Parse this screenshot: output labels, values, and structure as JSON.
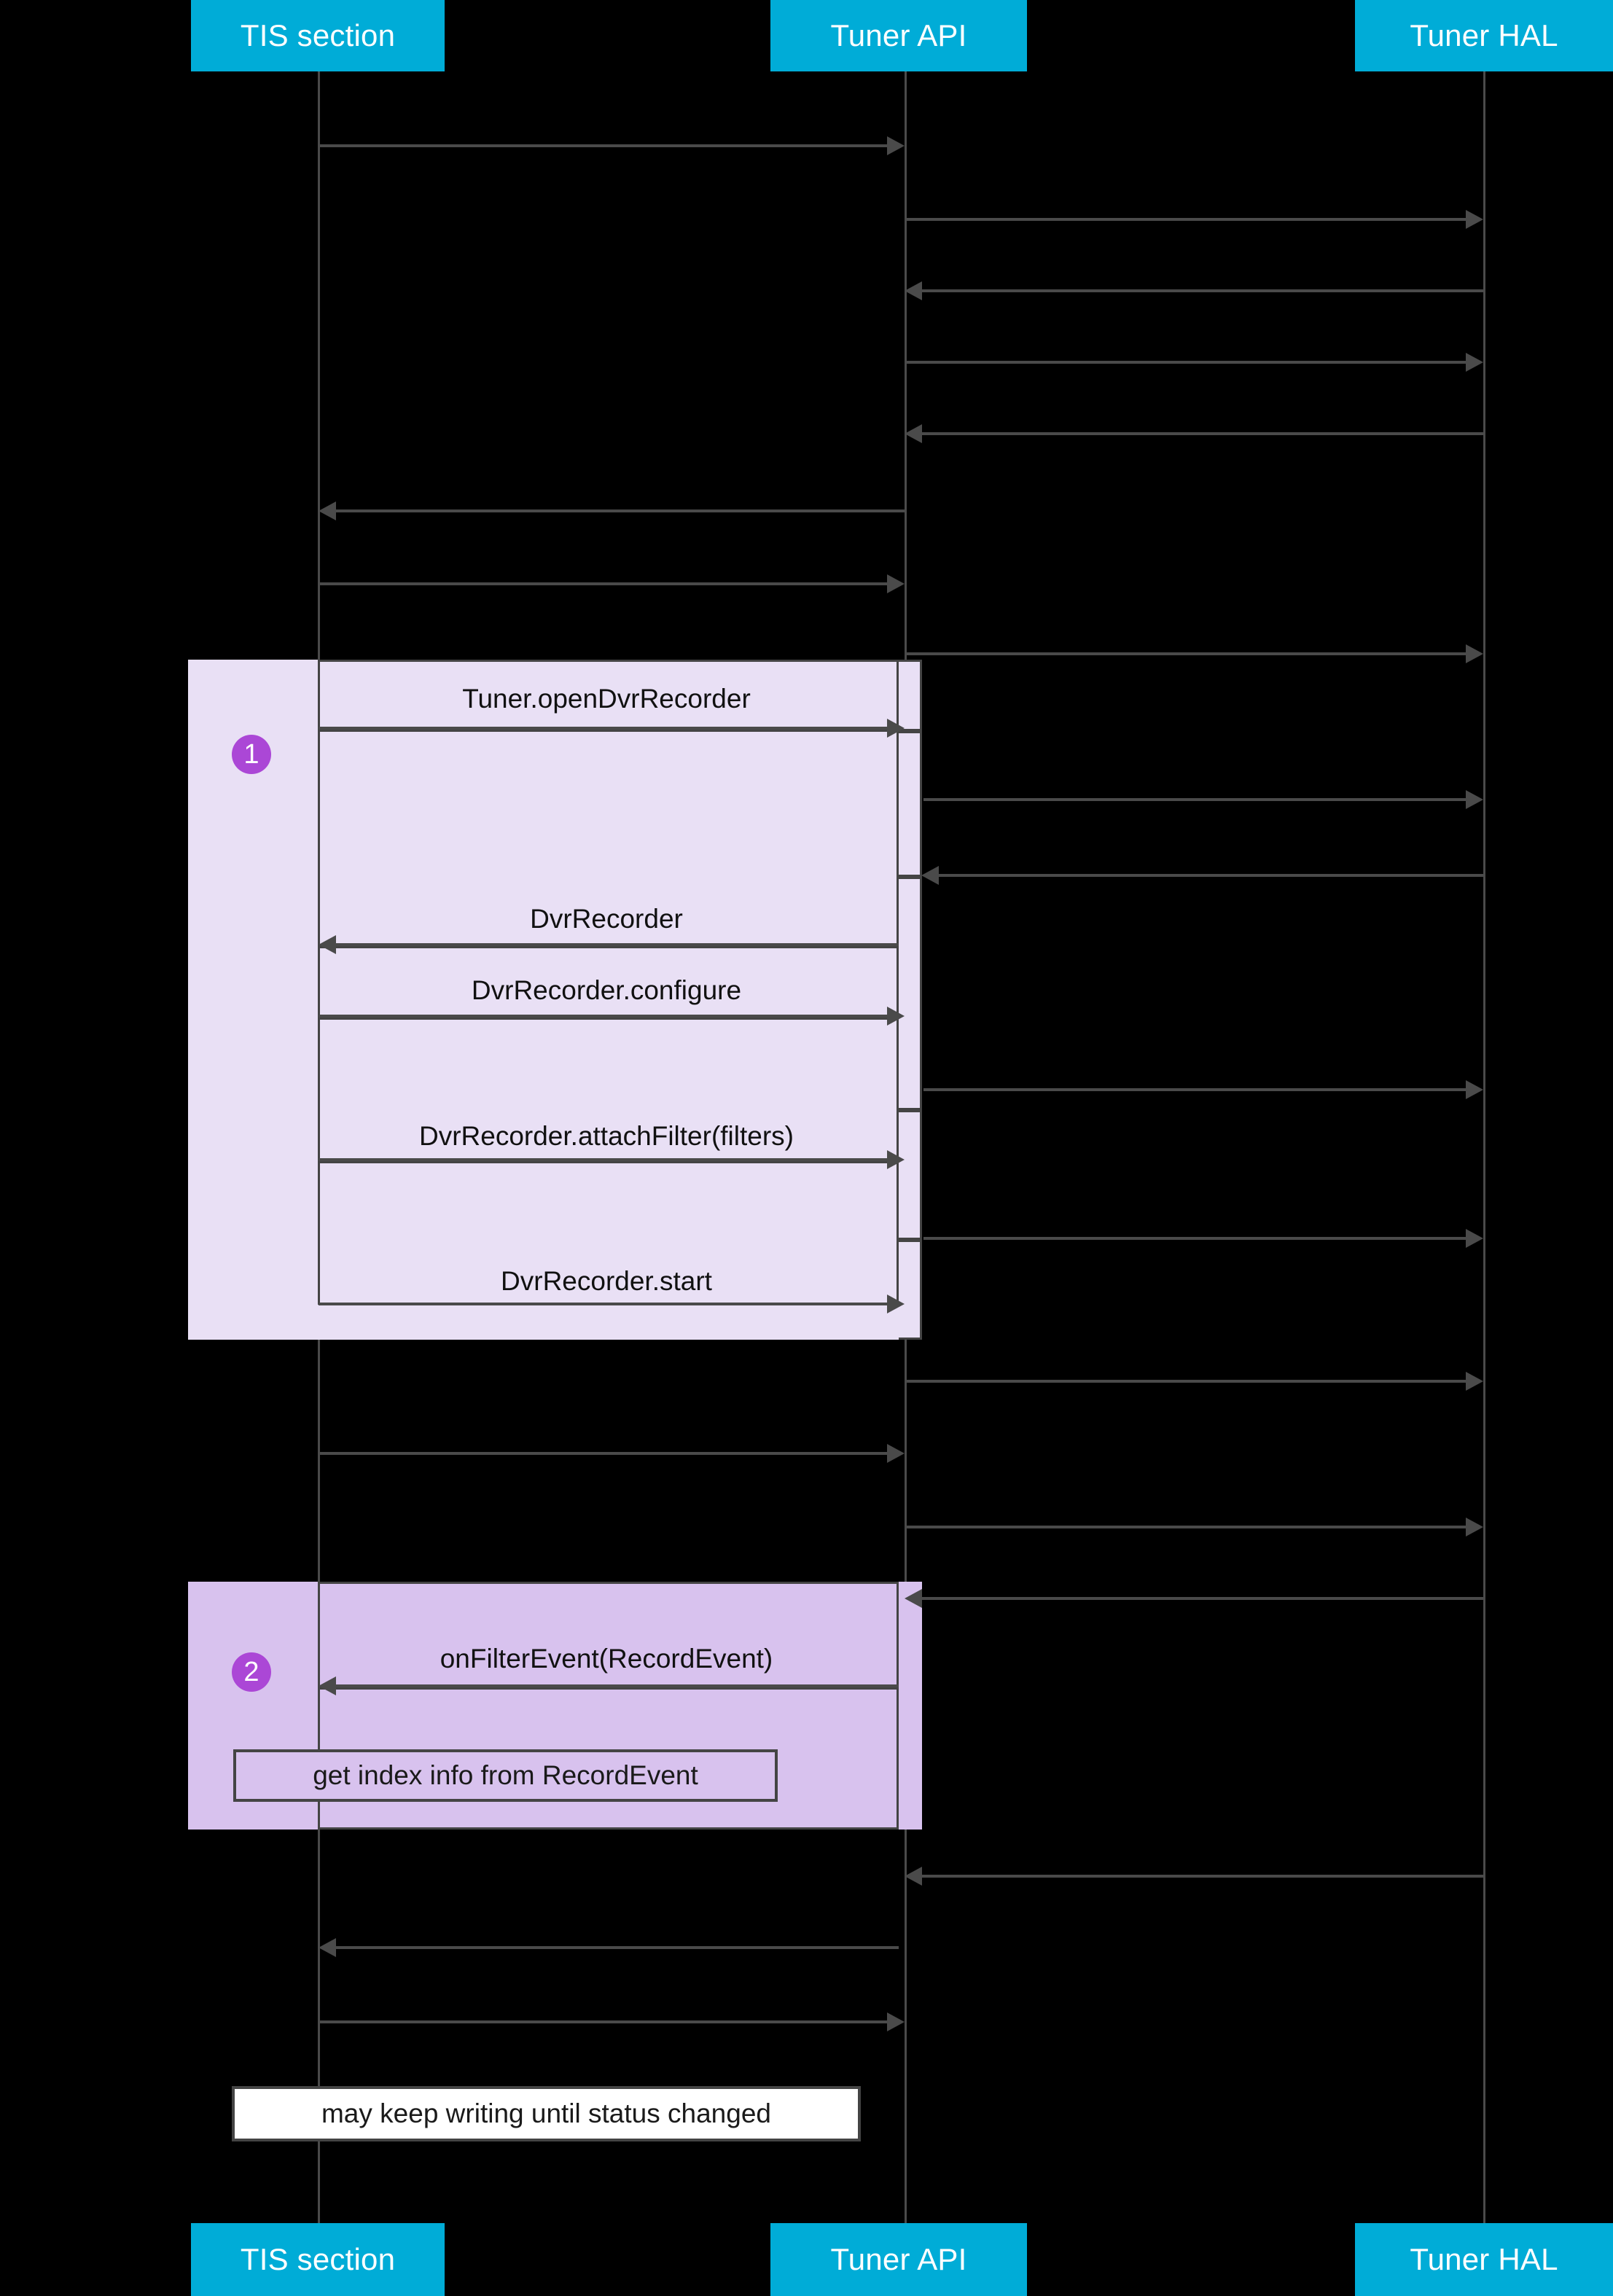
{
  "diagram": {
    "type": "uml-sequence-diagram",
    "background_color": "#000000",
    "participant_color": "#00ACD7",
    "participant_text_color": "#FFFFFF",
    "lifeline_color": "#4A4A4A",
    "message_color": "#4A4A4A",
    "fragment_1_color": "#E9E0F5",
    "fragment_2_color": "#D8C2EE",
    "badge_color": "#AB47D6"
  },
  "participants": [
    {
      "id": "tis",
      "label": "TIS section"
    },
    {
      "id": "tunerapi",
      "label": "Tuner API"
    },
    {
      "id": "tunerhal",
      "label": "Tuner HAL"
    }
  ],
  "participants_footer": [
    {
      "id": "tis",
      "label": "TIS section"
    },
    {
      "id": "tunerapi",
      "label": "Tuner API"
    },
    {
      "id": "tunerhal",
      "label": "Tuner HAL"
    }
  ],
  "fragments": [
    {
      "id": "fragment-1",
      "badge": "1",
      "background": "#E9E0F5",
      "messages": [
        {
          "label": "Tuner.openDvrRecorder",
          "from": "tis",
          "to": "tunerapi",
          "direction": "right"
        },
        {
          "label": "DvrRecorder",
          "from": "tunerapi",
          "to": "tis",
          "direction": "left"
        },
        {
          "label": "DvrRecorder.configure",
          "from": "tis",
          "to": "tunerapi",
          "direction": "right"
        },
        {
          "label": "DvrRecorder.attachFilter(filters)",
          "from": "tis",
          "to": "tunerapi",
          "direction": "right"
        },
        {
          "label": "DvrRecorder.start",
          "from": "tis",
          "to": "tunerapi",
          "direction": "right"
        }
      ]
    },
    {
      "id": "fragment-2",
      "badge": "2",
      "background": "#D8C2EE",
      "messages": [
        {
          "label": "onFilterEvent(RecordEvent)",
          "from": "tunerapi",
          "to": "tis",
          "direction": "left"
        }
      ],
      "notes": [
        {
          "label": "get index info from RecordEvent",
          "style": "lilac"
        }
      ]
    }
  ],
  "notes": [
    {
      "id": "note-status",
      "label": "may keep writing until status changed",
      "style": "white"
    }
  ],
  "unlabeled_messages": [
    {
      "from": "tis",
      "to": "tunerapi",
      "direction": "right"
    },
    {
      "from": "tunerapi",
      "to": "tunerhal",
      "direction": "right"
    },
    {
      "from": "tunerhal",
      "to": "tunerapi",
      "direction": "left"
    },
    {
      "from": "tunerapi",
      "to": "tunerhal",
      "direction": "right"
    },
    {
      "from": "tunerhal",
      "to": "tunerapi",
      "direction": "left"
    },
    {
      "from": "tunerapi",
      "to": "tis",
      "direction": "left"
    },
    {
      "from": "tis",
      "to": "tunerapi",
      "direction": "right"
    },
    {
      "from": "tunerapi",
      "to": "tunerhal",
      "direction": "right"
    },
    {
      "from": "tunerapi",
      "to": "tunerhal",
      "direction": "right"
    },
    {
      "from": "tunerapi",
      "to": "tunerhal",
      "direction": "right"
    },
    {
      "from": "tunerapi",
      "to": "tunerhal",
      "direction": "right"
    },
    {
      "from": "tunerapi",
      "to": "tunerhal",
      "direction": "right"
    },
    {
      "from": "tis",
      "to": "tunerapi",
      "direction": "right"
    },
    {
      "from": "tunerapi",
      "to": "tunerhal",
      "direction": "right"
    },
    {
      "from": "tunerhal",
      "to": "tunerapi",
      "direction": "left"
    },
    {
      "from": "tunerhal",
      "to": "tunerapi",
      "direction": "left"
    },
    {
      "from": "tunerapi",
      "to": "tis",
      "direction": "left"
    },
    {
      "from": "tis",
      "to": "tunerapi",
      "direction": "right"
    }
  ]
}
